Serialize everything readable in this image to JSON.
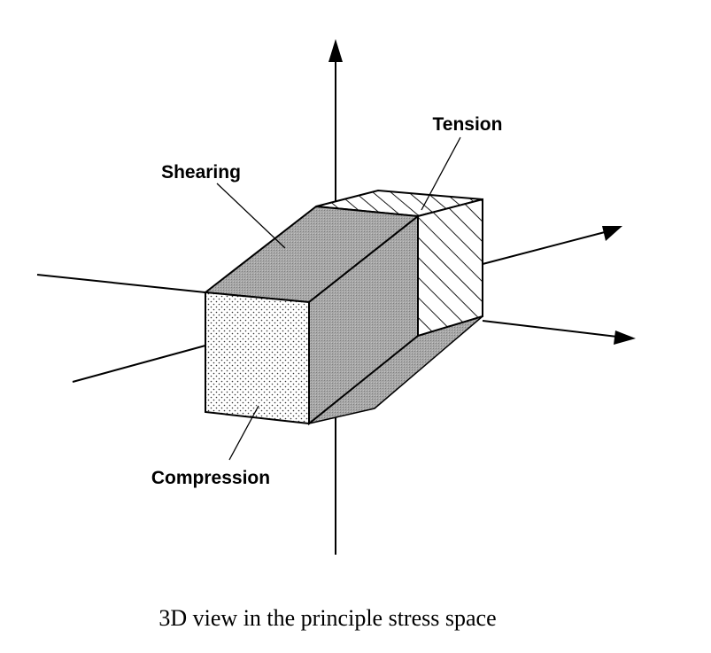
{
  "labels": {
    "tension": "Tension",
    "shearing": "Shearing",
    "compression": "Compression"
  },
  "caption": "3D view in the principle stress space",
  "colors": {
    "line": "#000000",
    "shearing_fill": "#a0a0a0",
    "background": "#ffffff"
  }
}
